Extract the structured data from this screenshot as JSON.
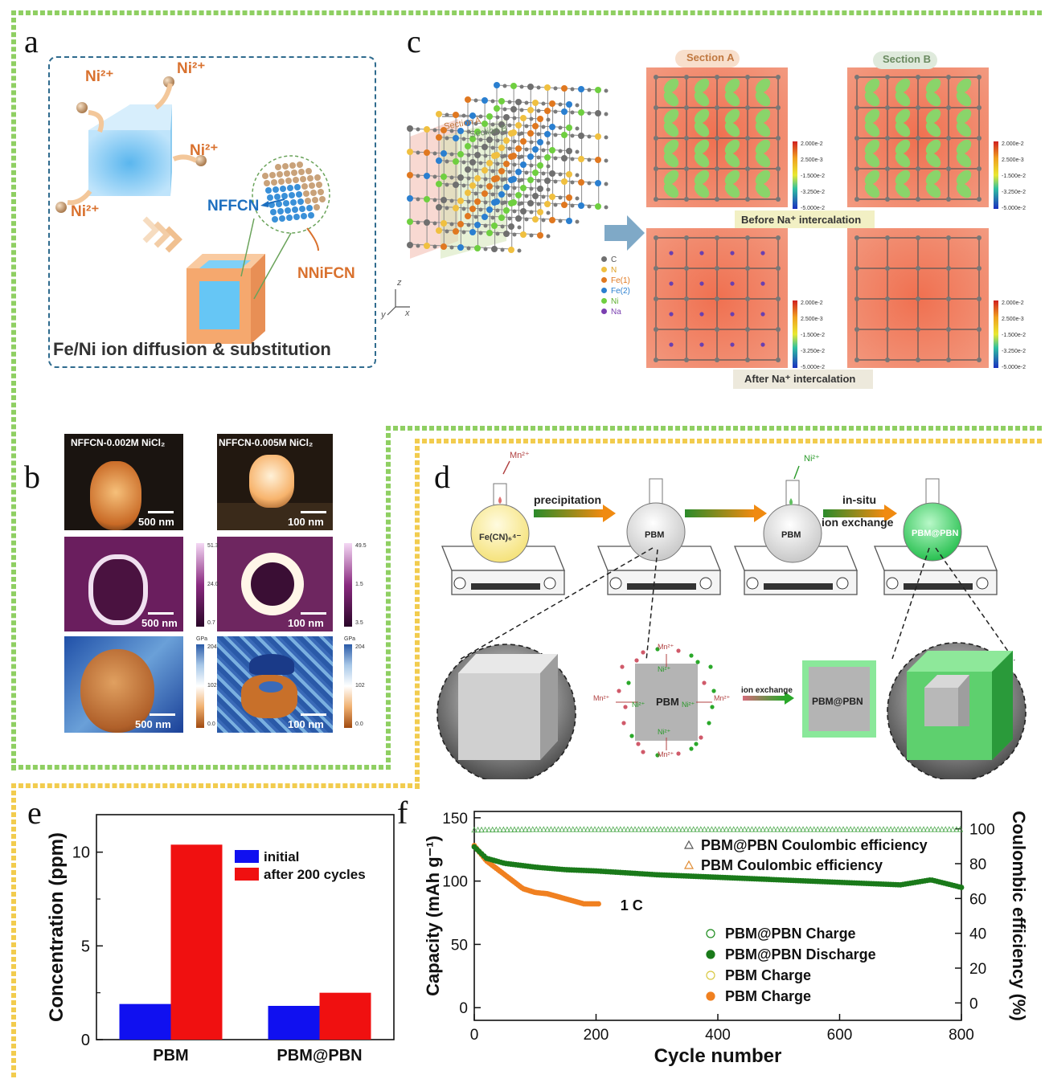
{
  "panels": {
    "a": "a",
    "b": "b",
    "c": "c",
    "d": "d",
    "e": "e",
    "f": "f"
  },
  "a": {
    "ions": [
      "Ni²⁺",
      "Ni²⁺",
      "Ni²⁺",
      "Ni²⁺"
    ],
    "shell_label": "NFFCN",
    "core_label": "NNiFCN",
    "caption": "Fe/Ni ion diffusion & substitution",
    "colors": {
      "ion": "#d9712e",
      "shell_label": "#1d6fbf",
      "frame": "#2f6b8e"
    }
  },
  "b": {
    "col_titles": [
      "NFFCN-0.002M NiCl₂",
      "NFFCN-0.005M NiCl₂"
    ],
    "scale_left": "500 nm",
    "scale_right": "100 nm",
    "colorbar1_left": [
      "51.3",
      "24.0",
      "0.7"
    ],
    "colorbar1_right": [
      "49.5",
      "1.5",
      "3.5"
    ],
    "colorbar2_unit": "GPa",
    "colorbar2_left": [
      "204",
      "102",
      "0.0"
    ],
    "colorbar2_right": [
      "204",
      "102",
      "0.0"
    ]
  },
  "c": {
    "section_a": "Section A",
    "section_b": "Section B",
    "cube_section_a": "Section A",
    "cube_section_b": "Section B",
    "before": "Before Na⁺ intercalation",
    "after": "After Na⁺ intercalation",
    "colorbar": [
      "2.000e-2",
      "2.500e-3",
      "-1.500e-2",
      "-3.250e-2",
      "-5.000e-2"
    ],
    "legend": [
      {
        "label": "C",
        "color": "#6f6f6f"
      },
      {
        "label": "N",
        "color": "#f0c040"
      },
      {
        "label": "Fe(1)",
        "color": "#e07820"
      },
      {
        "label": "Fe(2)",
        "color": "#2a7fd0"
      },
      {
        "label": "Ni",
        "color": "#6fcf40"
      },
      {
        "label": "Na",
        "color": "#7a3fb0"
      }
    ],
    "axes": {
      "z": "z",
      "y": "y",
      "x": "x"
    }
  },
  "d": {
    "mn_top": "Mn²⁺",
    "ni_top": "Ni²⁺",
    "precursor": "Fe(CN)₆⁴⁻",
    "precipitation": "precipitation",
    "flask_pbm_1": "PBM",
    "flask_pbm_2": "PBM",
    "insitu_1": "in-situ",
    "insitu_2": "ion exchange",
    "flask_core_shell": "PBM@PBN",
    "square_center": "PBM",
    "ion_exchange": "ion exchange",
    "result_label": "PBM@PBN",
    "mn": "Mn²⁺",
    "ni": "Ni²⁺"
  },
  "e_chart": {
    "type": "bar",
    "categories": [
      "PBM",
      "PBM@PBN"
    ],
    "series": [
      {
        "name": "initial",
        "values": [
          1.9,
          1.8
        ],
        "color": "#1010f0"
      },
      {
        "name": "after 200 cycles",
        "values": [
          10.4,
          2.5
        ],
        "color": "#f01010"
      }
    ],
    "ylabel": "Concentration (ppm)",
    "ylim": [
      0,
      12
    ],
    "yticks": [
      "0",
      "5",
      "10"
    ],
    "legend_position": "top-right"
  },
  "f_chart": {
    "type": "scatter",
    "xlabel": "Cycle number",
    "ylabel_left": "Capacity (mAh g⁻¹)",
    "ylabel_right": "Coulombic efficiency (%)",
    "xlim": [
      0,
      800
    ],
    "ylim_left": [
      -10,
      155
    ],
    "ylim_right": [
      -10,
      110
    ],
    "xticks": [
      "0",
      "200",
      "400",
      "600",
      "800"
    ],
    "yticks_left": [
      "0",
      "50",
      "100",
      "150"
    ],
    "yticks_right": [
      "0",
      "20",
      "40",
      "60",
      "80",
      "100"
    ],
    "rate_label": "1 C",
    "legend_top": [
      {
        "label": "PBM@PBN Coulombic efficiency",
        "marker": "triangle",
        "color": "#555555"
      },
      {
        "label": "PBM Coulombic efficiency",
        "marker": "triangle",
        "color": "#e08a30"
      }
    ],
    "legend_bottom": [
      {
        "label": "PBM@PBN Charge",
        "marker": "open-circle",
        "color": "#1a8a1a"
      },
      {
        "label": "PBM@PBN Discharge",
        "marker": "filled-circle",
        "color": "#1a7a1a"
      },
      {
        "label": "PBM Charge",
        "marker": "open-circle",
        "color": "#d8c840"
      },
      {
        "label": "PBM Charge",
        "marker": "filled-circle",
        "color": "#f08020"
      }
    ],
    "series": [
      {
        "name": "PBM@PBN Discharge",
        "x": [
          0,
          20,
          50,
          100,
          150,
          200,
          300,
          400,
          500,
          600,
          700,
          750,
          800
        ],
        "y": [
          127,
          118,
          114,
          111,
          109,
          108,
          105,
          103,
          101,
          99,
          97,
          101,
          95
        ]
      },
      {
        "name": "PBM Charge",
        "x": [
          0,
          20,
          50,
          80,
          100,
          120,
          150,
          180,
          200
        ],
        "y": [
          128,
          116,
          105,
          94,
          91,
          90,
          86,
          82,
          82
        ]
      },
      {
        "name": "PBM@PBN Coulombic efficiency",
        "x": [
          0,
          100,
          200,
          300,
          400,
          500,
          600,
          700,
          800
        ],
        "y": [
          99.5,
          99.8,
          99.8,
          99.8,
          99.8,
          99.8,
          99.8,
          99.8,
          99.8
        ]
      }
    ]
  }
}
